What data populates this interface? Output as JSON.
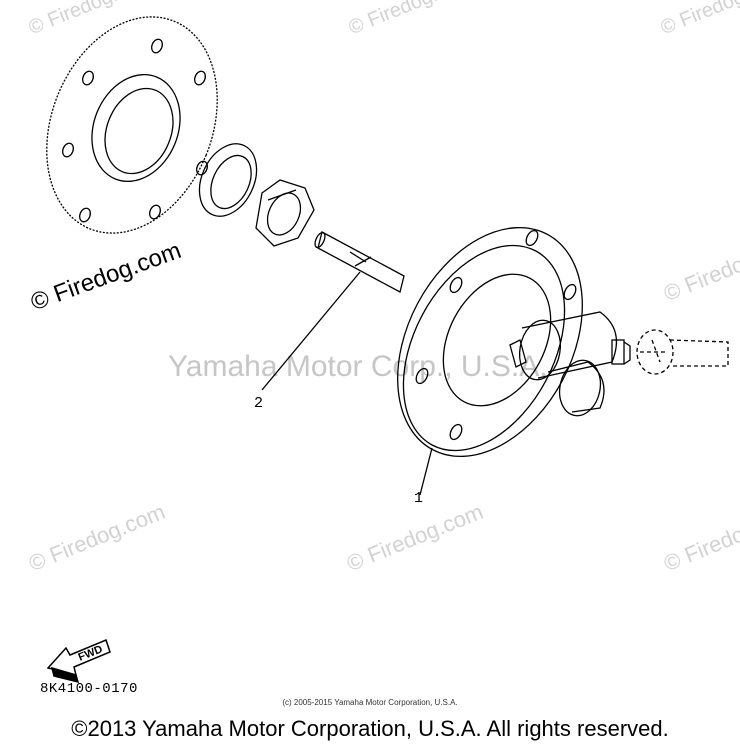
{
  "watermarks": {
    "firedog": "© Firedog.com",
    "center": "Yamaha Motor Corp., U.S.A."
  },
  "callouts": {
    "part1": "1",
    "part2": "2"
  },
  "fwd_label": "FWD",
  "part_code": "8K4100-0170",
  "footer": {
    "small_copyright": "(c) 2005-2015 Yamaha Motor Corporation, U.S.A.",
    "main_copyright": "©2013 Yamaha Motor Corporation, U.S.A. All rights reserved."
  },
  "colors": {
    "line": "#000000",
    "watermark": "#d2d2d2",
    "background": "#ffffff"
  }
}
